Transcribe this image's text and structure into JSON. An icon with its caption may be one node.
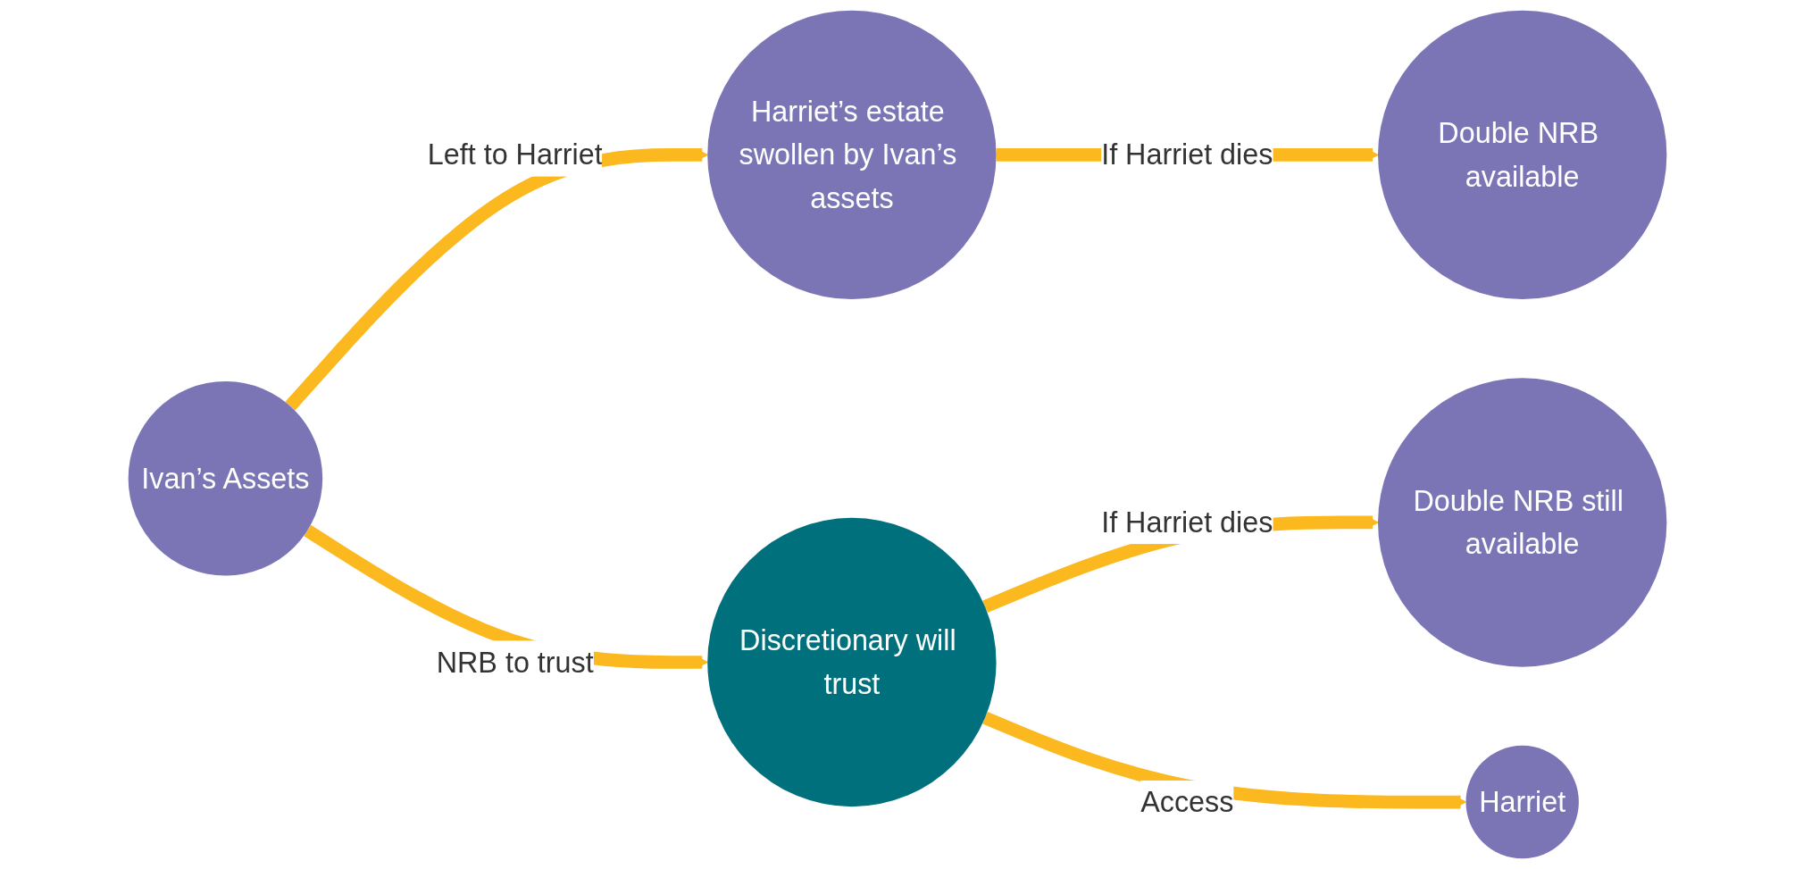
{
  "diagram": {
    "nodes": [
      {
        "text": [
          "Ivan’s Assets"
        ]
      },
      {
        "text": [
          "Harriet’s estate swollen by Ivan’s assets"
        ]
      },
      {
        "text": [
          "Double NRB available"
        ]
      },
      {
        "text": [
          "Discretionary will trust"
        ]
      },
      {
        "text": [
          "Double NRB still available"
        ]
      },
      {
        "text": [
          "Harriet"
        ]
      }
    ],
    "edges": [
      {
        "from": 0,
        "to": 1,
        "arrow": "to",
        "label": "Left to Harriet"
      },
      {
        "from": 1,
        "to": 2,
        "arrow": "to",
        "label": "If Harriet dies"
      },
      {
        "from": 0,
        "to": 3,
        "arrow": "to",
        "label": "NRB to trust"
      },
      {
        "from": 3,
        "to": 4,
        "arrow": "to",
        "label": "If Harriet dies"
      },
      {
        "from": 3,
        "to": 5,
        "arrow": "to",
        "label": "Access"
      }
    ]
  }
}
